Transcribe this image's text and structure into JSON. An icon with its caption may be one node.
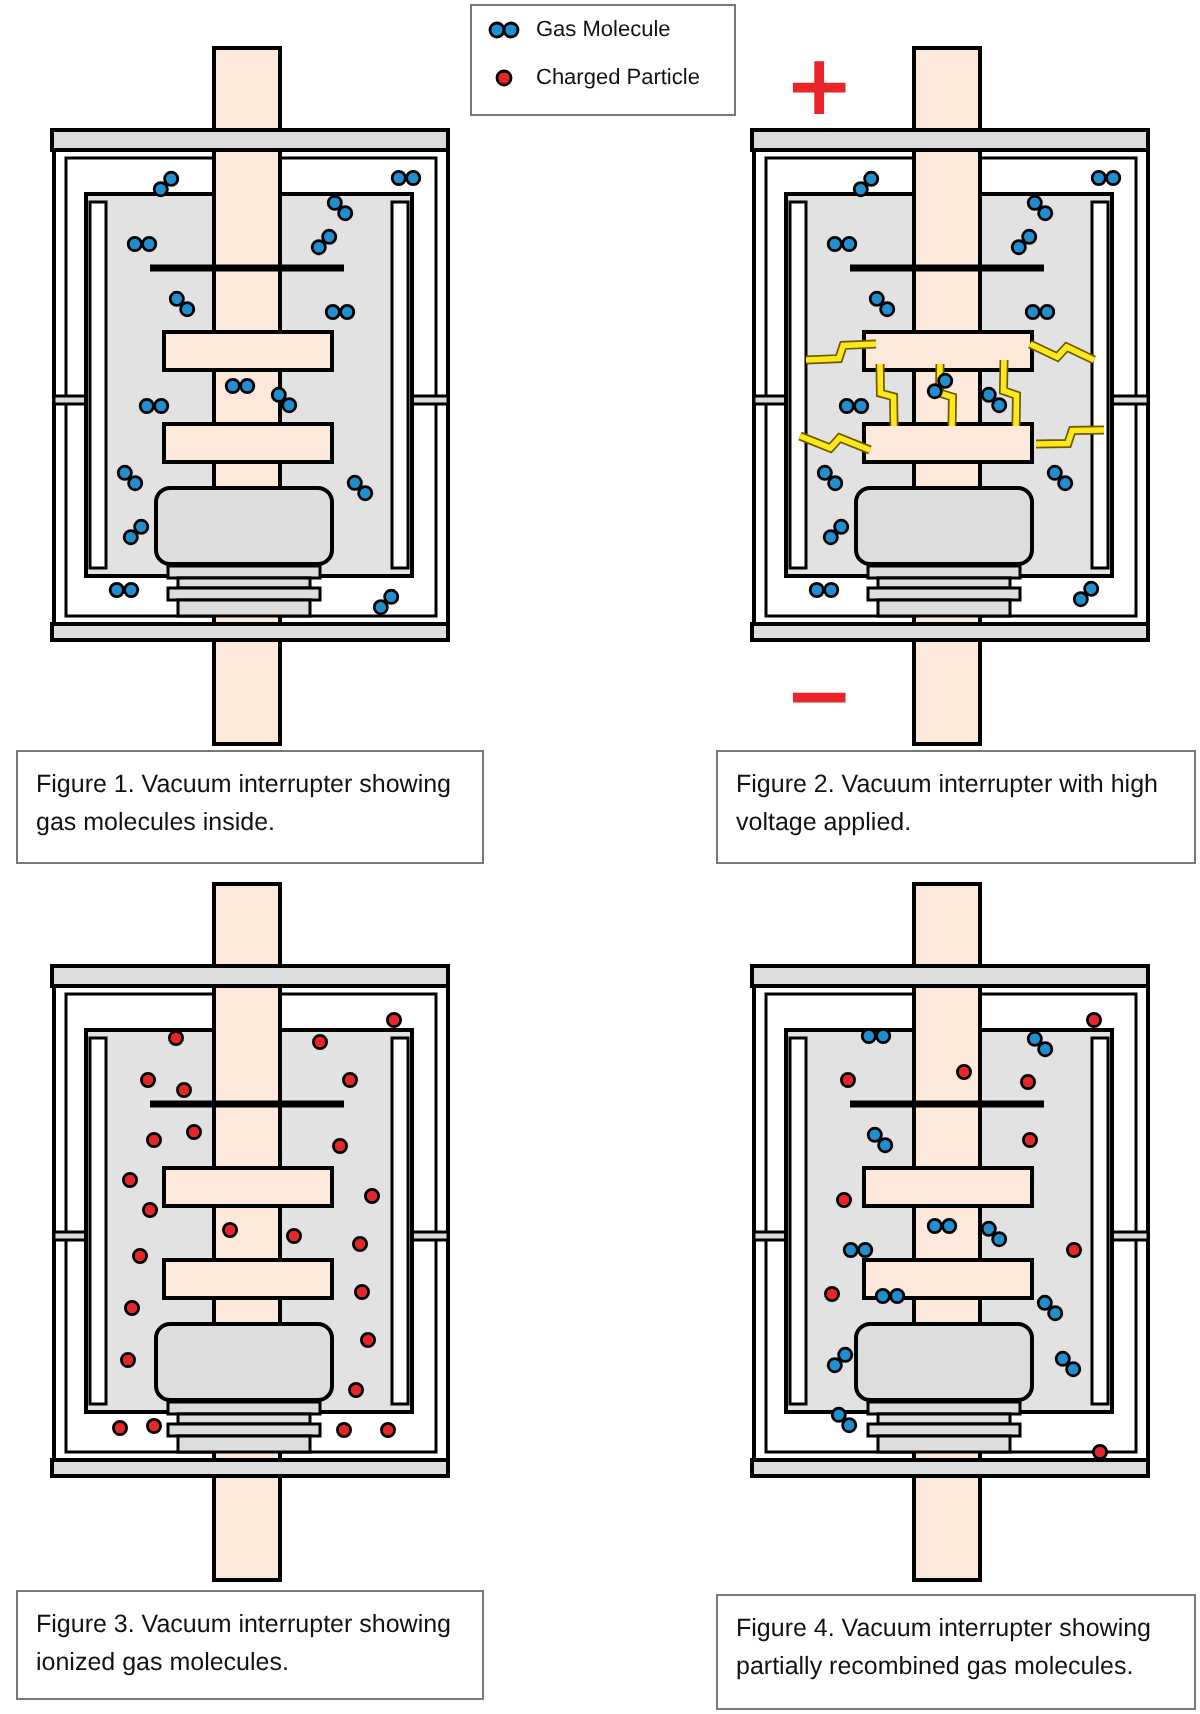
{
  "diagram": {
    "nodes": [
      {
        "text": [
          "Figure 1. Vacuum interrupter showing gas molecules inside."
        ]
      },
      {
        "text": [
          "Figure 2. Vacuum interrupter with high voltage applied."
        ]
      },
      {
        "text": [
          "Figure 3. Vacuum interrupter showing ionized gas molecules."
        ]
      },
      {
        "text": [
          "Figure 4. Vacuum interrupter showing partially recombined gas molecules."
        ]
      }
    ],
    "labels": [
      "+",
      "−"
    ],
    "legend": [
      {
        "text": "Gas Molecule"
      },
      {
        "text": "Charged Particle"
      }
    ]
  }
}
